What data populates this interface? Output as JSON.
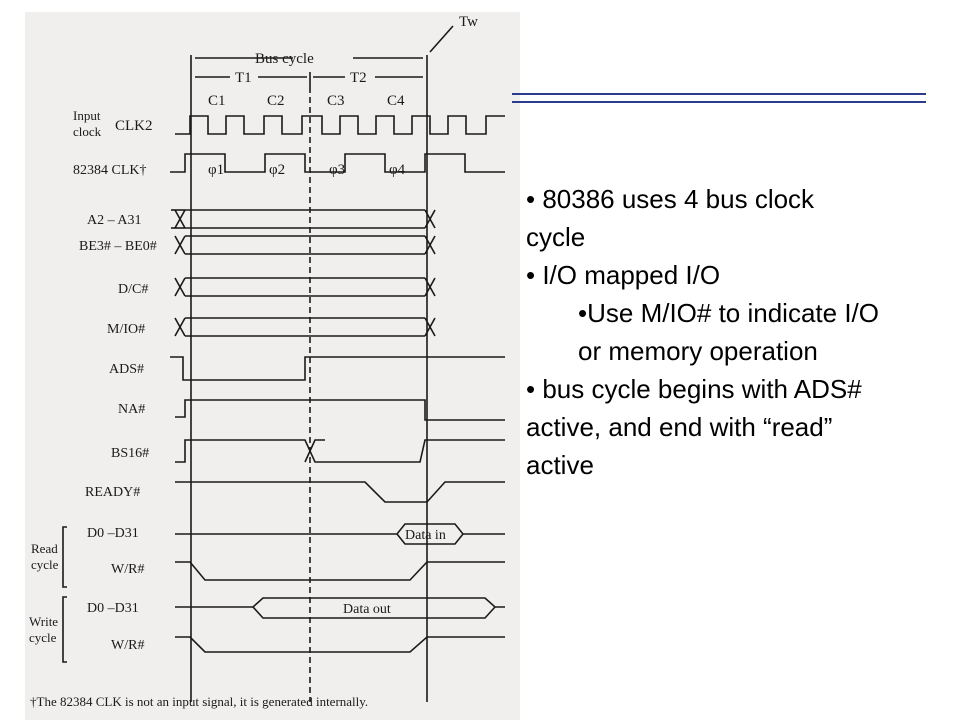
{
  "diagram": {
    "title_bus_cycle": "Bus cycle",
    "label_tw": "Tw",
    "phase_t1": "T1",
    "phase_t2": "T2",
    "cycle_labels": [
      "C1",
      "C2",
      "C3",
      "C4"
    ],
    "phi_labels": [
      "φ1",
      "φ2",
      "φ3",
      "φ4"
    ],
    "signals": [
      "Input",
      "clock",
      "CLK2",
      "82384 CLK†",
      "A2 – A31",
      "BE3# – BE0#",
      "D/C#",
      "M/IO#",
      "ADS#",
      "NA#",
      "BS16#",
      "READY#",
      "D0 –D31",
      "W/R#",
      "D0 –D31",
      "W/R#"
    ],
    "group_read": [
      "Read",
      "cycle"
    ],
    "group_write": [
      "Write",
      "cycle"
    ],
    "data_in": "Data in",
    "data_out": "Data out",
    "footnote": "†The 82384 CLK is not an input signal, it is generated internally."
  },
  "bullets": [
    "• 80386 uses 4 bus clock",
    "cycle",
    "• I/O mapped I/O",
    "•Use M/IO# to indicate I/O",
    "or memory operation",
    "• bus cycle begins with ADS#",
    "active, and end with “read”",
    "active"
  ],
  "colors": {
    "accent_line": "#2a3c8e",
    "scan_background": "#f1efee",
    "ink": "#1a1a1a"
  }
}
